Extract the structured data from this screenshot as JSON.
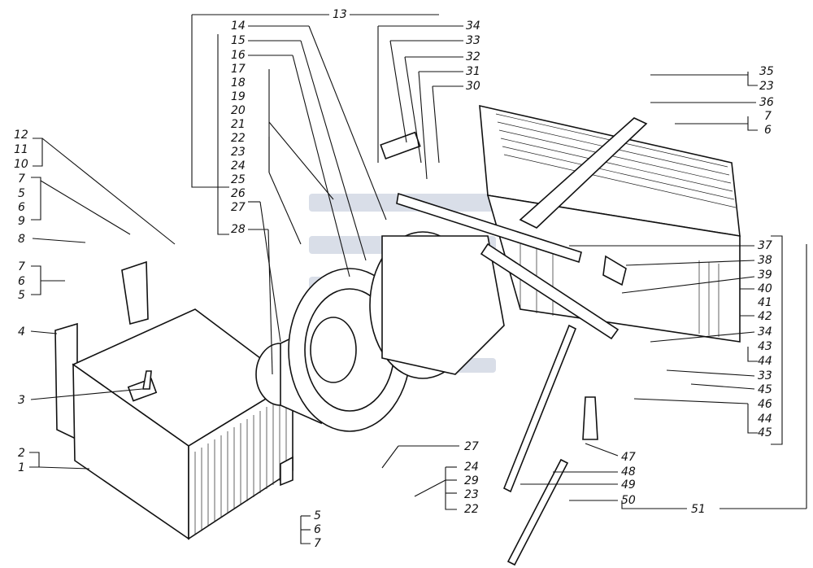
{
  "labels": {
    "l1": "1",
    "l2": "2",
    "l3": "3",
    "l4": "4",
    "l5a": "5",
    "l6a": "6",
    "l7a": "7",
    "l8": "8",
    "l9": "9",
    "l10": "10",
    "l11": "11",
    "l12": "12",
    "l7b": "7",
    "l6b": "6",
    "l5b": "5",
    "l13": "13",
    "l14": "14",
    "l15": "15",
    "l16": "16",
    "l17": "17",
    "l18": "18",
    "l19": "19",
    "l20": "20",
    "l21": "21",
    "l22a": "22",
    "l23a": "23",
    "l24a": "24",
    "l25": "25",
    "l26": "26",
    "l27a": "27",
    "l28": "28",
    "l34a": "34",
    "l33a": "33",
    "l32": "32",
    "l31": "31",
    "l30": "30",
    "l35": "35",
    "l23b": "23",
    "l36": "36",
    "l7c": "7",
    "l6c": "6",
    "l37": "37",
    "l38": "38",
    "l39": "39",
    "l40": "40",
    "l41": "41",
    "l42": "42",
    "l34b": "34",
    "l43": "43",
    "l44a": "44",
    "l33b": "33",
    "l45a": "45",
    "l46": "46",
    "l44b": "44",
    "l45b": "45",
    "l47": "47",
    "l48": "48",
    "l49": "49",
    "l50": "50",
    "l51": "51",
    "l27b": "27",
    "l24b": "24",
    "l29": "29",
    "l23c": "23",
    "l22b": "22",
    "l5c": "5",
    "l6d": "6",
    "l7d": "7"
  }
}
